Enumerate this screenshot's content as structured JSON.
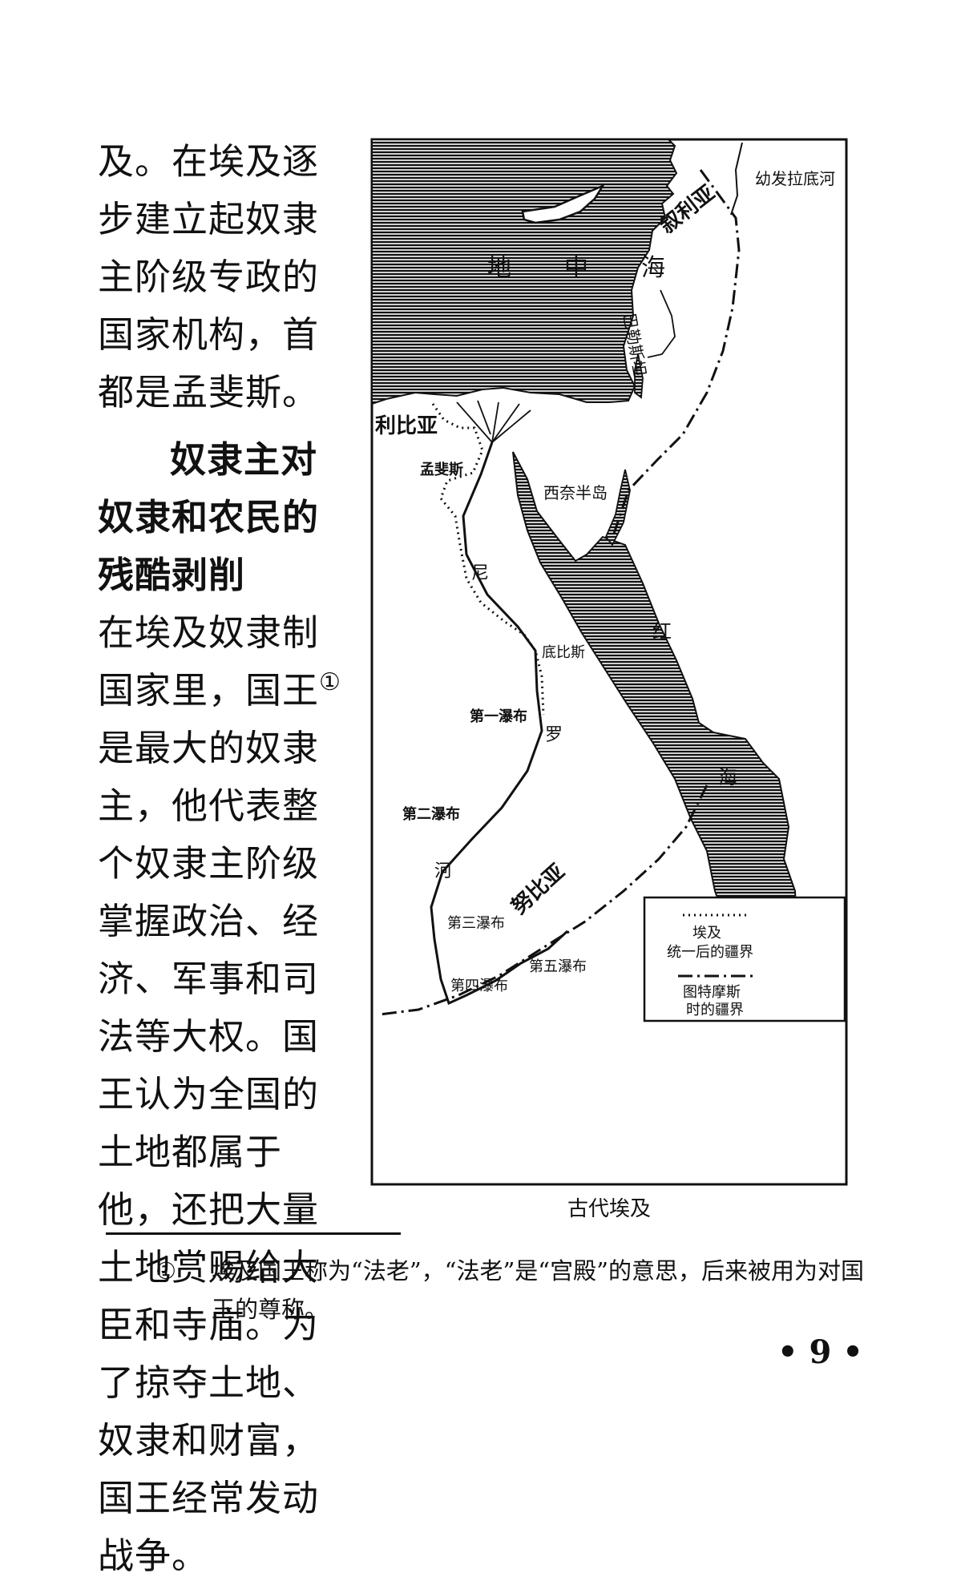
{
  "body": {
    "para1": "及。在埃及逐步建立起奴隶主阶级专政的国家机构，首都是孟斐斯。",
    "section_heading": "奴隶主对奴隶和农民的残酷剥削",
    "para2_a": "在埃及奴隶制国家里，国王",
    "footnote_ref": "①",
    "para2_b": "是最大的奴隶主，他代表整个奴隶主阶级掌握政治、经济、军事和司法等大权。国王认为全国的土地都属于他，还把大量土地赏赐给大臣和寺庙。为了掠夺土地、奴隶和财富，国王经常发动战争。"
  },
  "map": {
    "caption": "古代埃及",
    "labels": {
      "mediterranean": "地　中　海",
      "libya": "利比亚",
      "syria": "叙利亚",
      "euphrates": "幼发拉底河",
      "palestine": "巴勒斯坦",
      "memphis": "孟斐斯",
      "sinai": "西奈半岛",
      "nile_1": "尼",
      "nile_2": "罗",
      "nile_3": "河",
      "thebes": "底比斯",
      "red_sea_1": "红",
      "red_sea_2": "海",
      "cataract_1": "第一瀑布",
      "cataract_2": "第二瀑布",
      "cataract_3": "第三瀑布",
      "cataract_4": "第四瀑布",
      "cataract_5": "第五瀑布",
      "nubia": "努比亚"
    },
    "legend": {
      "dotted_label_1": "埃及",
      "dotted_label_2": "统一后的疆界",
      "dashed_label_1": "图特摩斯",
      "dashed_label_2": "时的疆界"
    }
  },
  "footnote": {
    "mark": "①",
    "text": "埃及国王称为“法老”，“法老”是“宫殿”的意思，后来被用为对国王的尊称。"
  },
  "page_number": "• 9 •"
}
